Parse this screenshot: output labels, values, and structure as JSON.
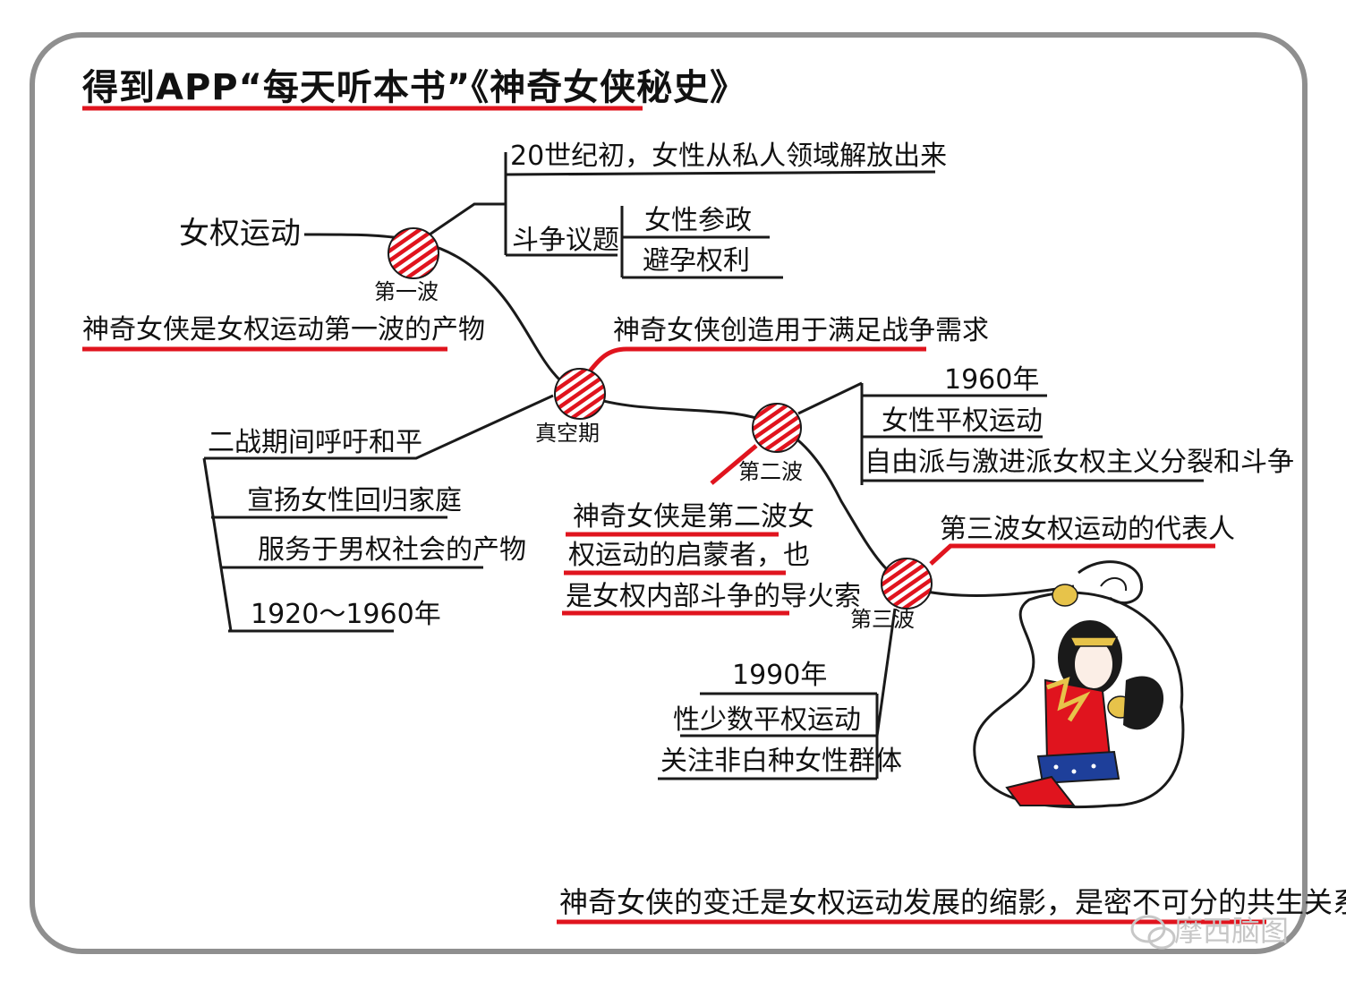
{
  "title": "得到APP“每天听本书”《神奇女侠秘史》",
  "center": "女权运动",
  "nodes": {
    "wave1": "第一波",
    "vacuum": "真空期",
    "wave2": "第二波",
    "wave3": "第三波"
  },
  "wave1": {
    "branch1": "20世纪初，女性从私人领域解放出来",
    "issue_label": "斗争议题",
    "issues": [
      "女性参政",
      "避孕权利"
    ],
    "note": "神奇女侠是女权运动第一波的产物"
  },
  "vacuum": {
    "top": "神奇女侠创造用于满足战争需求",
    "left_head": "二战期间呼吁和平",
    "left_items": [
      "宣扬女性回归家庭",
      "服务于男权社会的产物",
      "1920～1960年"
    ]
  },
  "wave2": {
    "year": "1960年",
    "items": [
      "女性平权运动",
      "自由派与激进派女权主义分裂和斗争"
    ],
    "note_lines": [
      "神奇女侠是第二波女",
      "权运动的启蒙者，也",
      "是女权内部斗争的导火索"
    ]
  },
  "wave3": {
    "top": "第三波女权运动的代表人",
    "year": "1990年",
    "items": [
      "性少数平权运动",
      "关注非白种女性群体"
    ]
  },
  "conclusion": "神奇女侠的变迁是女权运动发展的缩影，是密不可分的共生关系",
  "watermark": "摩西脑图",
  "colors": {
    "accent": "#e0141e",
    "ink": "#1a1a1a",
    "frame": "#8f8f8f"
  },
  "icons": {
    "watermark": "wechat-icon",
    "illustration": "wonder-woman-illustration"
  }
}
